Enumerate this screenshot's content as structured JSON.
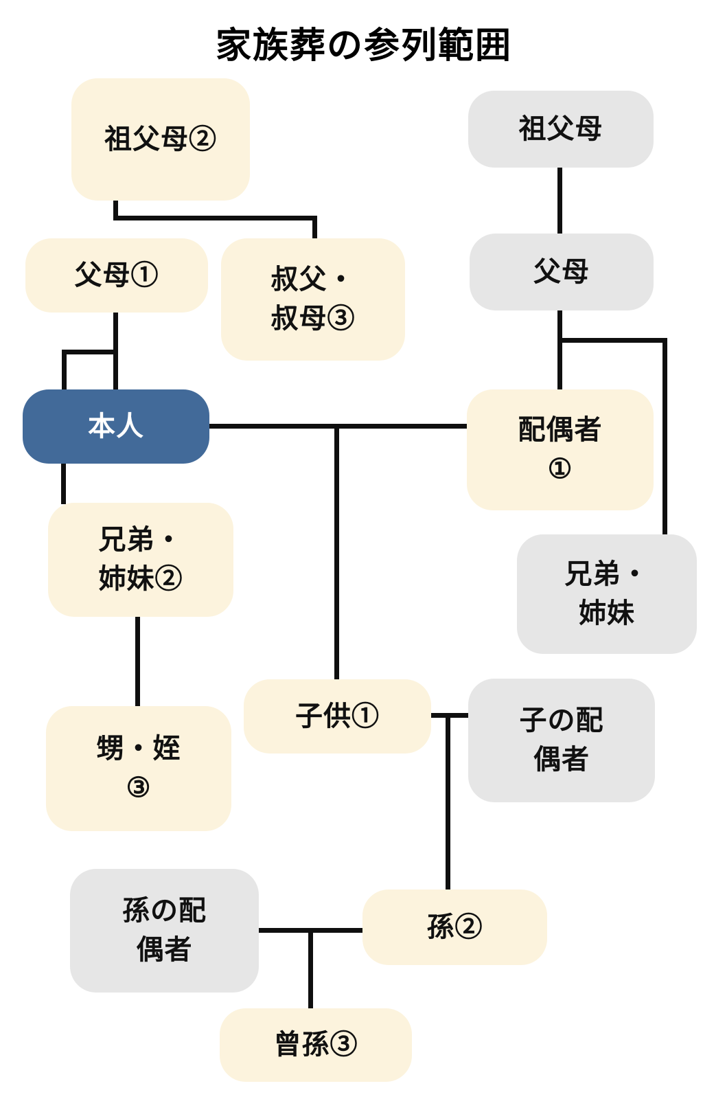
{
  "title": "家族葬の参列範囲",
  "colors": {
    "self_box": "#426A99",
    "attendee_box": "#FCF3DD",
    "spouse_side_box": "#E6E6E6",
    "line": "#0f0f0f",
    "self_text": "#ffffff",
    "label_text": "#111111"
  },
  "nodes": {
    "grandparents_self": {
      "label": "祖父母②",
      "group": "attendee"
    },
    "parents_self": {
      "label": "父母①",
      "group": "attendee"
    },
    "uncle_aunt": {
      "label": "叔父・\n叔母③",
      "group": "attendee"
    },
    "self": {
      "label": "本人",
      "group": "self"
    },
    "siblings_self": {
      "label": "兄弟・\n姉妹②",
      "group": "attendee"
    },
    "nephew_niece": {
      "label": "甥・姪\n③",
      "group": "attendee"
    },
    "children": {
      "label": "子供①",
      "group": "attendee"
    },
    "grandchild": {
      "label": "孫②",
      "group": "attendee"
    },
    "great_grandchild": {
      "label": "曾孫③",
      "group": "attendee"
    },
    "grandparents_spouse": {
      "label": "祖父母",
      "group": "spouse-side"
    },
    "parents_spouse": {
      "label": "父母",
      "group": "spouse-side"
    },
    "spouse": {
      "label": "配偶者\n①",
      "group": "attendee"
    },
    "siblings_spouse": {
      "label": "兄弟・\n姉妹",
      "group": "spouse-side"
    },
    "child_spouse": {
      "label": "子の配\n偶者",
      "group": "spouse-side"
    },
    "grandchild_spouse": {
      "label": "孫の配\n偶者",
      "group": "spouse-side"
    }
  },
  "edges": [
    {
      "from": "grandparents_self",
      "to": "parents_self",
      "type": "descent"
    },
    {
      "from": "grandparents_self",
      "to": "uncle_aunt",
      "type": "descent"
    },
    {
      "from": "parents_self",
      "to": "self",
      "type": "descent"
    },
    {
      "from": "self",
      "to": "siblings_self",
      "type": "sibling"
    },
    {
      "from": "siblings_self",
      "to": "nephew_niece",
      "type": "descent"
    },
    {
      "from": "grandparents_spouse",
      "to": "parents_spouse",
      "type": "descent"
    },
    {
      "from": "parents_spouse",
      "to": "spouse",
      "type": "descent"
    },
    {
      "from": "parents_spouse",
      "to": "siblings_spouse",
      "type": "descent"
    },
    {
      "from": "self",
      "to": "spouse",
      "type": "couple"
    },
    {
      "from": "self+spouse",
      "to": "children",
      "type": "descent"
    },
    {
      "from": "children",
      "to": "child_spouse",
      "type": "couple"
    },
    {
      "from": "children+child_spouse",
      "to": "grandchild",
      "type": "descent"
    },
    {
      "from": "grandchild",
      "to": "grandchild_spouse",
      "type": "couple"
    },
    {
      "from": "grandchild+grandchild_spouse",
      "to": "great_grandchild",
      "type": "descent"
    }
  ]
}
